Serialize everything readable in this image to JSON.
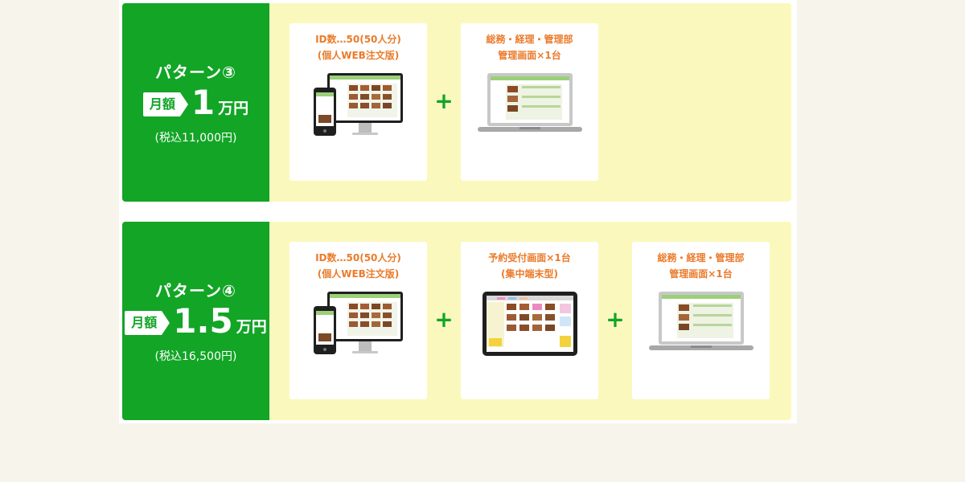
{
  "plans": [
    {
      "name": "パターン③",
      "monthly_label": "月額",
      "price": "1",
      "unit": "万円",
      "tax_note": "(税込11,000円)",
      "items": [
        {
          "title_line1": "ID数…50(50人分)",
          "title_line2": "(個人WEB注文版)",
          "icon": "phone-and-monitor-icon"
        },
        {
          "title_line1": "総務・経理・管理部",
          "title_line2": "管理画面×1台",
          "icon": "laptop-icon"
        }
      ]
    },
    {
      "name": "パターン④",
      "monthly_label": "月額",
      "price": "1.5",
      "unit": "万円",
      "tax_note": "(税込16,500円)",
      "items": [
        {
          "title_line1": "ID数…50(50人分)",
          "title_line2": "(個人WEB注文版)",
          "icon": "phone-and-monitor-icon"
        },
        {
          "title_line1": "予約受付画面×1台",
          "title_line2": "(集中端末型)",
          "icon": "tablet-icon"
        },
        {
          "title_line1": "総務・経理・管理部",
          "title_line2": "管理画面×1台",
          "icon": "laptop-icon"
        }
      ]
    }
  ],
  "plus_symbol": "+",
  "colors": {
    "green": "#12a526",
    "cream": "#fbf8bd",
    "orange": "#ea7b2b",
    "background": "#f7f4ec"
  }
}
